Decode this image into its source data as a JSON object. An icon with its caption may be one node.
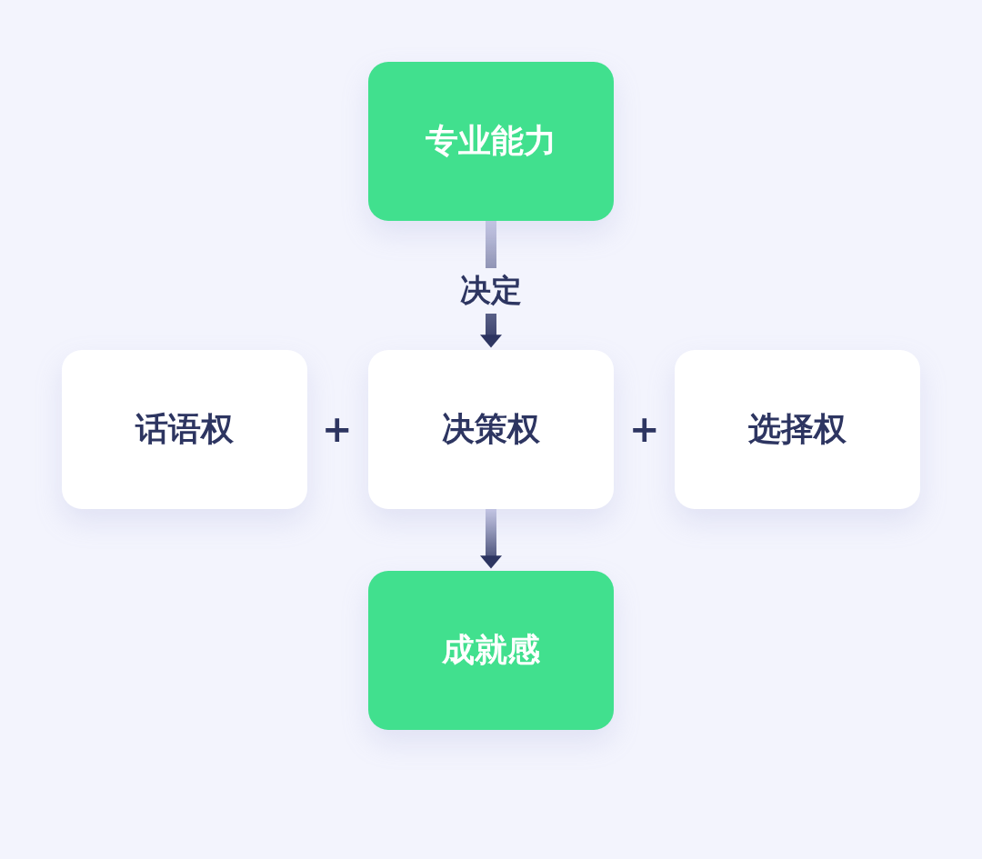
{
  "diagram": {
    "nodes": [
      {
        "text": [
          "专业能力"
        ]
      },
      {
        "text": [
          "话语权"
        ]
      },
      {
        "text": [
          "决策权"
        ]
      },
      {
        "text": [
          "选择权"
        ]
      },
      {
        "text": [
          "成就感"
        ]
      }
    ],
    "edges": [
      {
        "from": 0,
        "to": 2,
        "arrow": "to",
        "label": "决定"
      },
      {
        "from": 2,
        "to": 4,
        "arrow": "to"
      }
    ],
    "labels": [
      "+",
      "+"
    ]
  }
}
